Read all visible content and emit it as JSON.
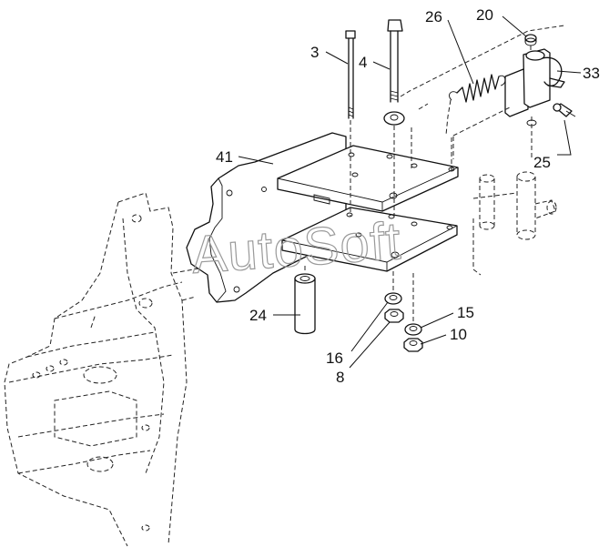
{
  "watermark": "AutoSoft",
  "labels": {
    "p3": "3",
    "p4": "4",
    "p26": "26",
    "p20": "20",
    "p33": "33",
    "p25": "25",
    "p41": "41",
    "p24": "24",
    "p15": "15",
    "p10": "10",
    "p16": "16",
    "p8": "8"
  }
}
